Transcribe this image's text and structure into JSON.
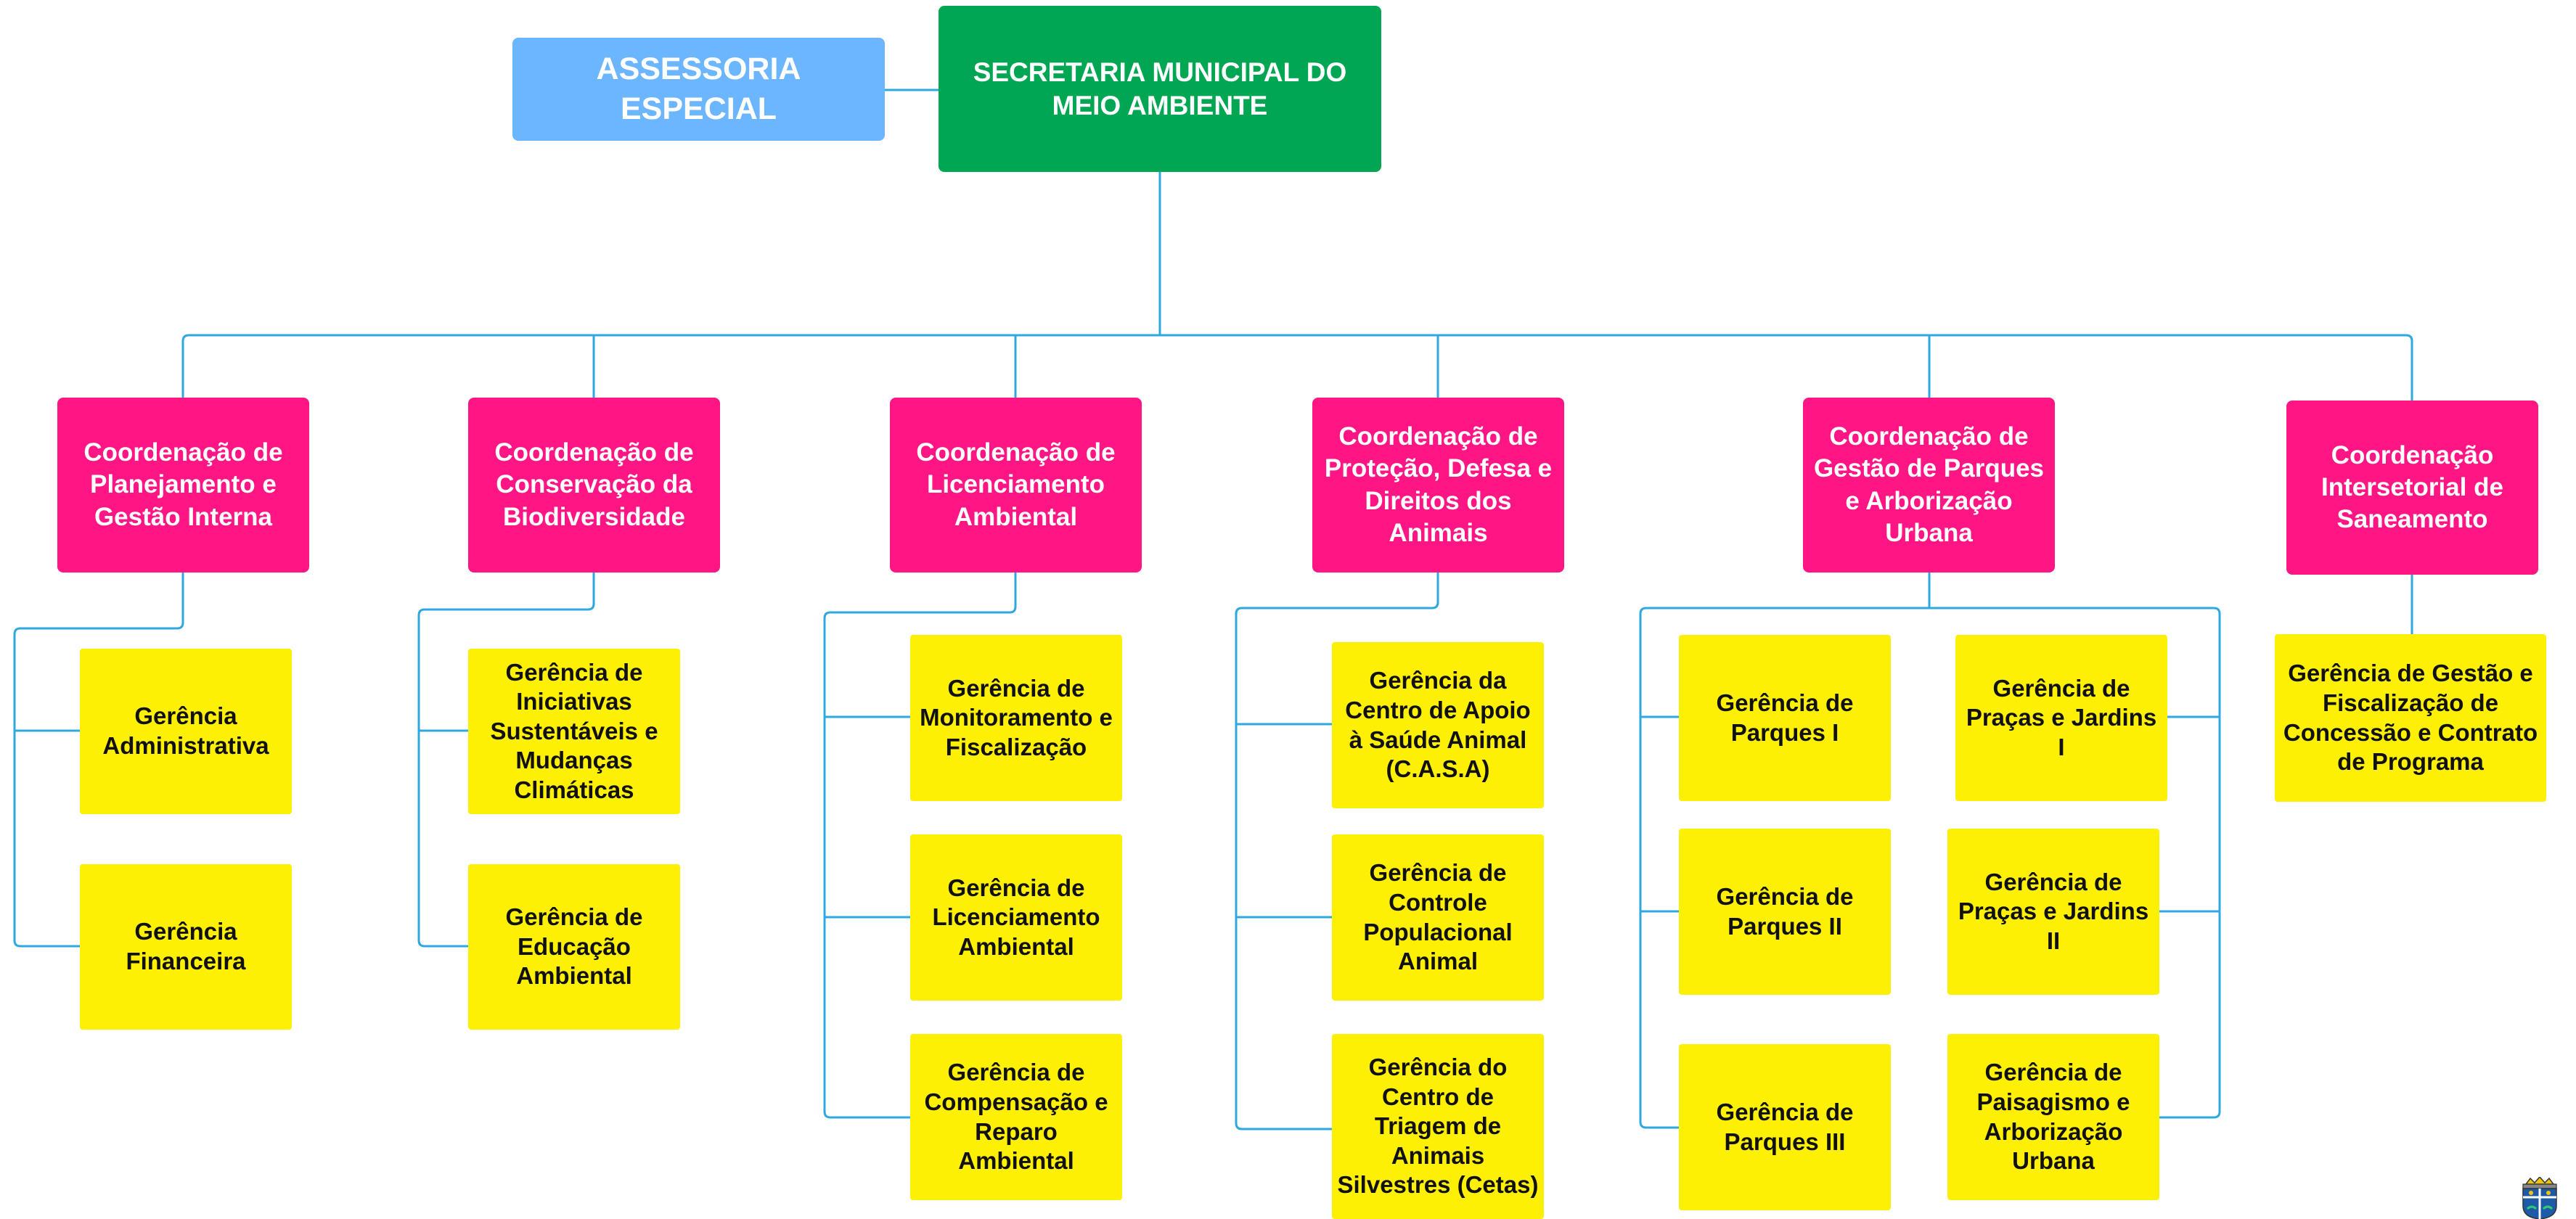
{
  "colors": {
    "secretaria": "#00a651",
    "assessoria": "#6bb6ff",
    "coordenacao": "#ff1684",
    "gerencia": "#fdf005",
    "connector": "#2fa8e0"
  },
  "secretaria": {
    "label": "SECRETARIA MUNICIPAL DO MEIO AMBIENTE"
  },
  "assessoria": {
    "label": "ASSESSORIA ESPECIAL"
  },
  "coordenacoes": [
    {
      "label": "Coordenação de Planejamento e Gestão Interna",
      "gerencias": [
        "Gerência Administrativa",
        "Gerência Financeira"
      ]
    },
    {
      "label": "Coordenação de Conservação da Biodiversidade",
      "gerencias": [
        "Gerência de Iniciativas Sustentáveis e Mudanças Climáticas",
        "Gerência de Educação Ambiental"
      ]
    },
    {
      "label": "Coordenação de Licenciamento Ambiental",
      "gerencias": [
        "Gerência de Monitoramento e Fiscalização",
        "Gerência de Licenciamento Ambiental",
        "Gerência de Compensação e Reparo Ambiental"
      ]
    },
    {
      "label": "Coordenação de Proteção, Defesa e Direitos dos Animais",
      "gerencias": [
        "Gerência da Centro de Apoio à Saúde Animal (C.A.S.A)",
        "Gerência de Controle Populacional Animal",
        "Gerência do Centro de Triagem de Animais Silvestres (Cetas)"
      ]
    },
    {
      "label": "Coordenação de Gestão de Parques e Arborização Urbana",
      "gerencias": [
        "Gerência de Parques I",
        "Gerência de Parques II",
        "Gerência de Parques III",
        "Gerência de Praças e Jardins I",
        "Gerência de Praças e Jardins II",
        "Gerência de Paisagismo e Arborização Urbana"
      ]
    },
    {
      "label": "Coordenação Intersetorial de Saneamento",
      "gerencias": [
        "Gerência de Gestão e Fiscalização de Concessão e Contrato de Programa"
      ]
    }
  ]
}
